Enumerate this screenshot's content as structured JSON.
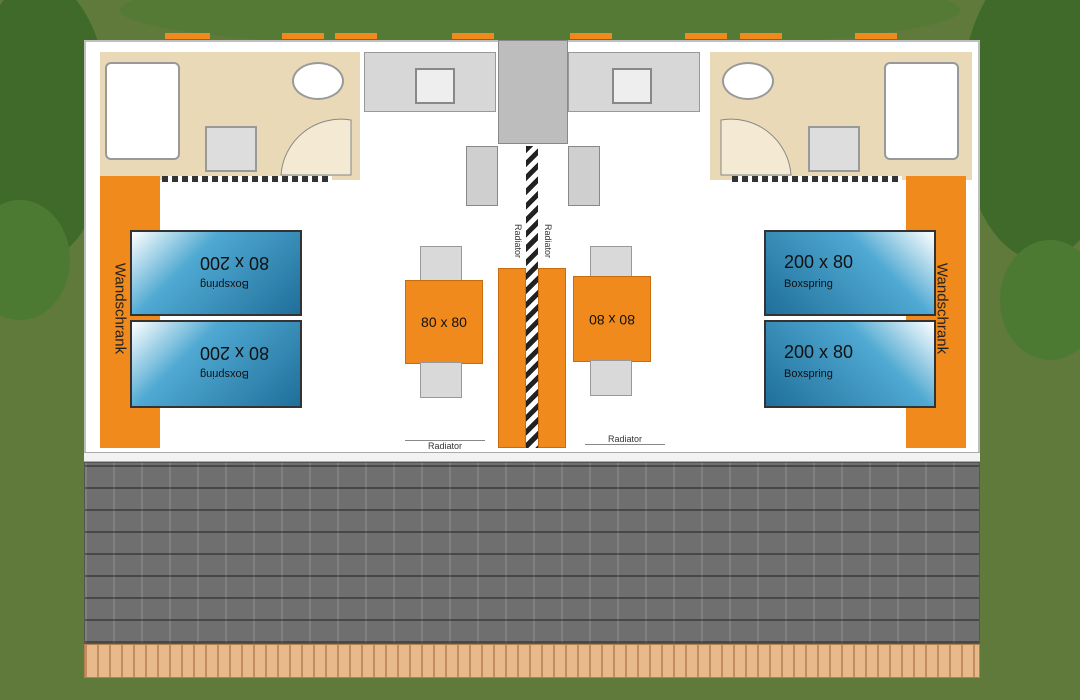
{
  "colors": {
    "grass": "#5f7a3a",
    "tree": "#3f6a2a",
    "wall": "#ffffff",
    "bathroom_floor": "#e9d9b6",
    "orange": "#f08a1c",
    "bed": "#4fa9d2",
    "roof": "#7a7a7a",
    "deck": "#e8b98a"
  },
  "beds": {
    "left_top_size": "80 x 200",
    "left_top_type": "Boxspring",
    "left_bottom_size": "80 x 200",
    "left_bottom_type": "Boxspring",
    "right_top_size": "200 x 80",
    "right_top_type": "Boxspring",
    "right_bottom_size": "200 x 80",
    "right_bottom_type": "Boxspring"
  },
  "wardrobes": {
    "left": "Wandschrank",
    "right": "Wandschrank"
  },
  "tables": {
    "left": "80 x 80",
    "right": "80 x 80"
  },
  "radiators": {
    "center_left": "Radiator",
    "center_right": "Radiator",
    "bottom_left": "Radiator",
    "bottom_right": "Radiator"
  }
}
